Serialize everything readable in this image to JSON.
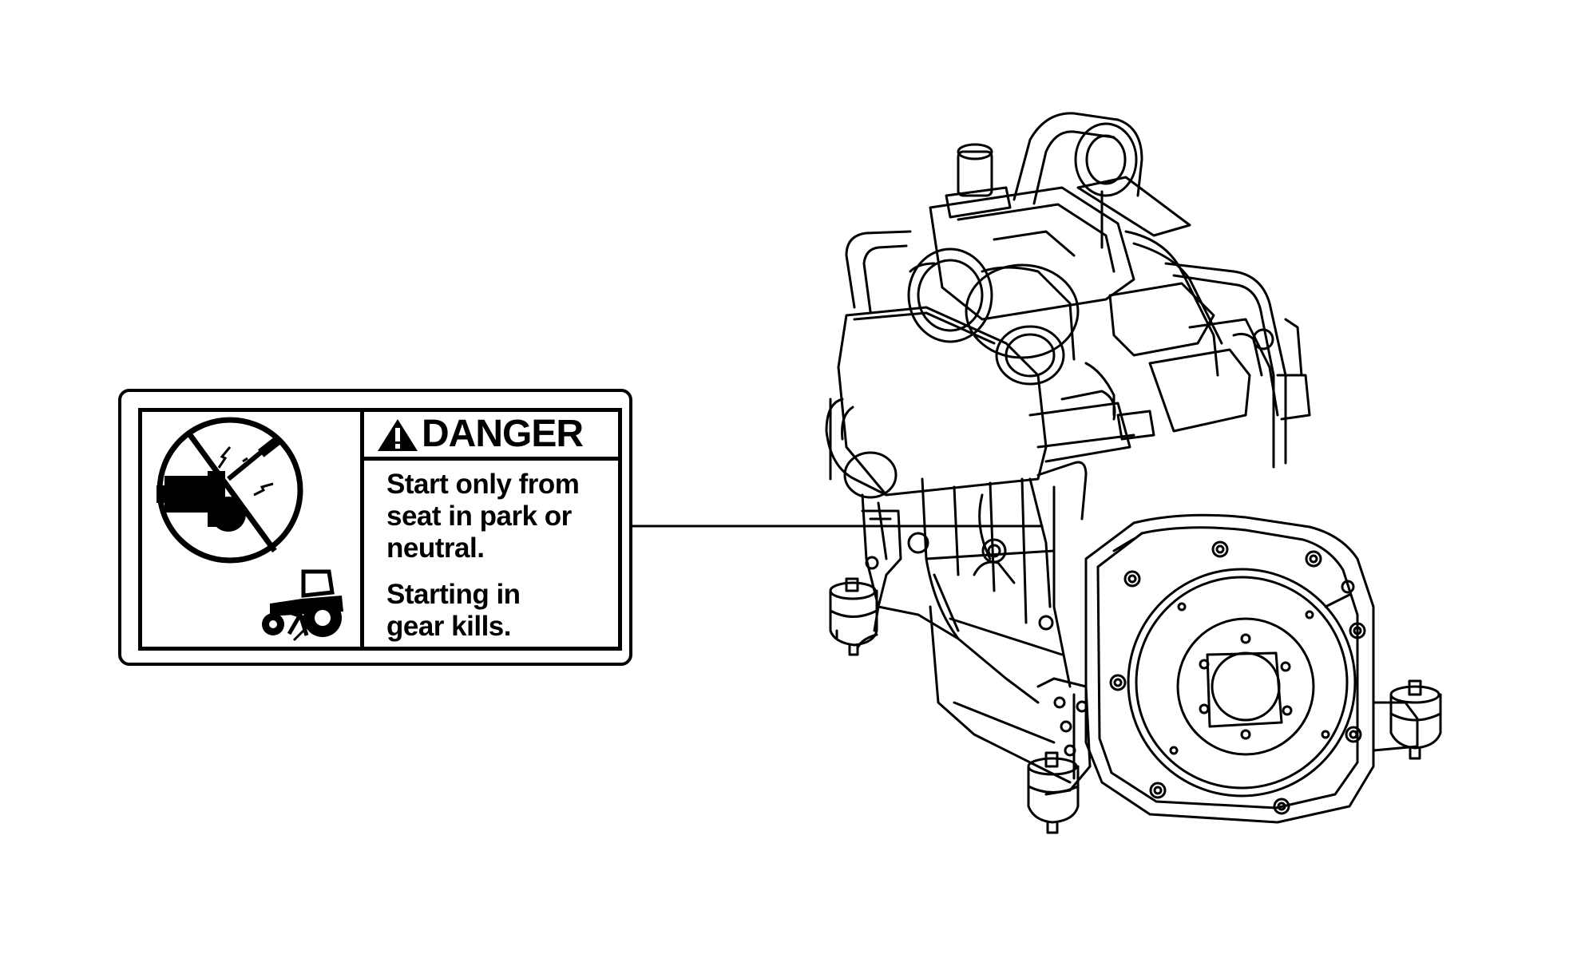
{
  "decal": {
    "signal_word": "DANGER",
    "message_1": "Start only from\nseat in park or\nneutral.",
    "message_2": "Starting in\ngear kills."
  },
  "icons": {
    "warning": "warning-triangle-icon",
    "prohibited": "no-bypass-start-icon",
    "runover": "tractor-runover-icon"
  },
  "colors": {
    "ink": "#000000",
    "background": "#ffffff"
  }
}
